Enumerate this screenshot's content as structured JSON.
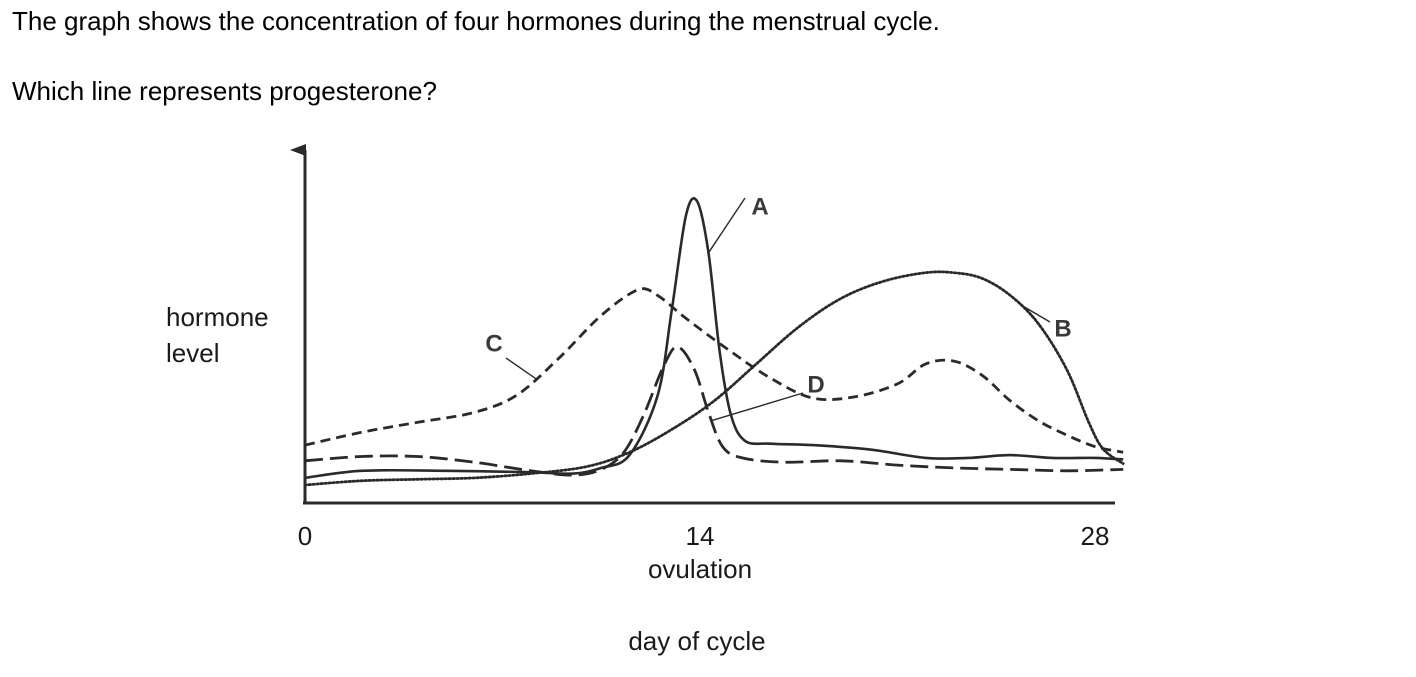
{
  "question": {
    "intro": "The graph shows the concentration of four hormones during the menstrual cycle.",
    "prompt": "Which line represents progesterone?"
  },
  "chart_data": {
    "type": "line",
    "title": "",
    "xlabel": "day of cycle",
    "ylabel_lines": [
      "hormone",
      "level"
    ],
    "xlim": [
      0,
      29
    ],
    "ylim": [
      0,
      10
    ],
    "x_ticks": [
      {
        "value": 0,
        "label": "0"
      },
      {
        "value": 14,
        "label": "14"
      },
      {
        "value": 28,
        "label": "28"
      }
    ],
    "x_annotation": {
      "at": 14,
      "label": "ovulation"
    },
    "grid": false,
    "colors": {
      "ink": "#2a2a2a",
      "text": "#000000"
    },
    "series": [
      {
        "name": "A",
        "style": "solid",
        "points": [
          [
            0,
            0.6
          ],
          [
            2,
            0.85
          ],
          [
            5,
            0.85
          ],
          [
            8,
            0.8
          ],
          [
            9.5,
            0.75
          ],
          [
            10.5,
            0.95
          ],
          [
            11.5,
            1.4
          ],
          [
            12.5,
            3.5
          ],
          [
            13,
            6.5
          ],
          [
            13.5,
            9.8
          ],
          [
            13.9,
            10.3
          ],
          [
            14.3,
            8.5
          ],
          [
            14.7,
            5
          ],
          [
            15.1,
            2.8
          ],
          [
            15.6,
            1.9
          ],
          [
            16.5,
            1.8
          ],
          [
            18,
            1.75
          ],
          [
            20,
            1.6
          ],
          [
            22,
            1.3
          ],
          [
            23.5,
            1.3
          ],
          [
            25,
            1.4
          ],
          [
            26.5,
            1.3
          ],
          [
            28,
            1.3
          ],
          [
            29,
            1.25
          ]
        ]
      },
      {
        "name": "B",
        "style": "dotted",
        "points": [
          [
            0,
            0.35
          ],
          [
            2,
            0.5
          ],
          [
            4,
            0.55
          ],
          [
            6,
            0.6
          ],
          [
            8,
            0.75
          ],
          [
            10,
            1.0
          ],
          [
            11.5,
            1.5
          ],
          [
            13,
            2.3
          ],
          [
            14.5,
            3.3
          ],
          [
            16,
            4.6
          ],
          [
            17.5,
            5.9
          ],
          [
            19,
            6.9
          ],
          [
            20.5,
            7.5
          ],
          [
            22,
            7.8
          ],
          [
            23,
            7.8
          ],
          [
            24,
            7.6
          ],
          [
            25,
            7.0
          ],
          [
            26,
            6.0
          ],
          [
            27,
            4.4
          ],
          [
            27.8,
            2.5
          ],
          [
            28.3,
            1.6
          ],
          [
            29,
            1.1
          ]
        ]
      },
      {
        "name": "C",
        "style": "dashed",
        "points": [
          [
            0,
            1.75
          ],
          [
            2,
            2.2
          ],
          [
            4,
            2.55
          ],
          [
            6,
            2.9
          ],
          [
            7.5,
            3.5
          ],
          [
            9,
            4.8
          ],
          [
            10.5,
            6.3
          ],
          [
            11.8,
            7.2
          ],
          [
            12.5,
            7.0
          ],
          [
            13.5,
            6.2
          ],
          [
            15,
            5.1
          ],
          [
            16.5,
            4.1
          ],
          [
            18,
            3.4
          ],
          [
            19.5,
            3.45
          ],
          [
            21,
            3.9
          ],
          [
            22,
            4.6
          ],
          [
            23,
            4.7
          ],
          [
            24,
            4.2
          ],
          [
            25,
            3.3
          ],
          [
            26,
            2.6
          ],
          [
            27,
            2.1
          ],
          [
            28,
            1.7
          ],
          [
            29,
            1.5
          ]
        ]
      },
      {
        "name": "D",
        "style": "long-dash",
        "points": [
          [
            0,
            1.2
          ],
          [
            2,
            1.35
          ],
          [
            4,
            1.35
          ],
          [
            6,
            1.15
          ],
          [
            8,
            0.85
          ],
          [
            9.5,
            0.7
          ],
          [
            10.5,
            0.9
          ],
          [
            11.3,
            1.5
          ],
          [
            12,
            2.8
          ],
          [
            12.7,
            4.5
          ],
          [
            13.2,
            5.2
          ],
          [
            13.8,
            4.4
          ],
          [
            14.3,
            2.9
          ],
          [
            14.8,
            1.7
          ],
          [
            15.5,
            1.3
          ],
          [
            17,
            1.15
          ],
          [
            19,
            1.2
          ],
          [
            21,
            1.05
          ],
          [
            23,
            0.95
          ],
          [
            25,
            0.9
          ],
          [
            27,
            0.85
          ],
          [
            29,
            0.9
          ]
        ]
      }
    ],
    "line_labels": [
      {
        "series": "A",
        "text": "A"
      },
      {
        "series": "B",
        "text": "B"
      },
      {
        "series": "C",
        "text": "C"
      },
      {
        "series": "D",
        "text": "D"
      }
    ]
  }
}
